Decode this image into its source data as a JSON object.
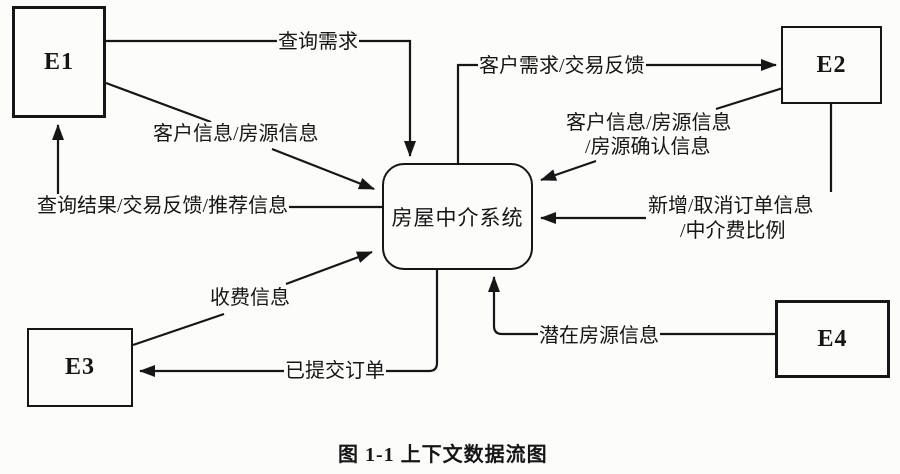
{
  "page": {
    "background": "#fcfcfb",
    "ink": "#161616"
  },
  "caption": "图 1-1 上下文数据流图",
  "process": {
    "label": "房屋中介系统"
  },
  "entities": [
    {
      "label": "E1"
    },
    {
      "label": "E2"
    },
    {
      "label": "E3"
    },
    {
      "label": "E4"
    }
  ],
  "flows": {
    "query_request": {
      "label": "查询需求",
      "from": "E1",
      "to": "房屋中介系统"
    },
    "customer_house_info": {
      "label": "客户信息/房源信息",
      "from": "E1",
      "to": "房屋中介系统"
    },
    "query_result": {
      "label": "查询结果/交易反馈/推荐信息",
      "from": "房屋中介系统",
      "to": "E1"
    },
    "customer_demand": {
      "label": "客户需求/交易反馈",
      "from": "房屋中介系统",
      "to": "E2"
    },
    "house_confirm_info": {
      "label_line1": "客户信息/房源信息",
      "label_line2": "/房源确认信息",
      "from": "E2",
      "to": "房屋中介系统"
    },
    "order_fee_info": {
      "label_line1": "新增/取消订单信息",
      "label_line2": "/中介费比例",
      "from": "E2",
      "to": "房屋中介系统"
    },
    "charge_info": {
      "label": "收费信息",
      "from": "E3",
      "to": "房屋中介系统"
    },
    "submitted_order": {
      "label": "已提交订单",
      "from": "房屋中介系统",
      "to": "E3"
    },
    "potential_house_info": {
      "label": "潜在房源信息",
      "from": "E4",
      "to": "房屋中介系统"
    }
  }
}
